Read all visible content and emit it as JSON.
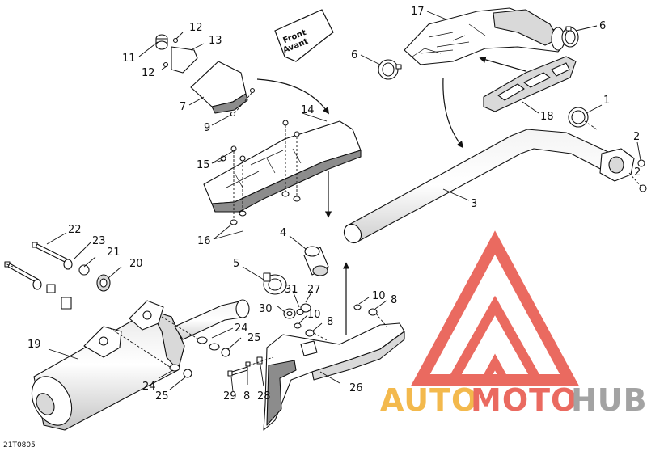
{
  "figure_id": "21T0805",
  "front_marker": {
    "line1": "Front",
    "line2": "Avant"
  },
  "callouts": [
    "1",
    "2",
    "2",
    "3",
    "4",
    "5",
    "6",
    "6",
    "7",
    "8",
    "8",
    "8",
    "9",
    "10",
    "10",
    "11",
    "12",
    "12",
    "13",
    "14",
    "15",
    "16",
    "17",
    "18",
    "19",
    "20",
    "21",
    "22",
    "23",
    "24",
    "24",
    "25",
    "25",
    "26",
    "27",
    "28",
    "29",
    "30",
    "31"
  ],
  "watermark": {
    "part1": "AUTO",
    "part2": "MOTO",
    "part3": "HUB",
    "color_orange": "#f2b23a",
    "color_red": "#e85a4f",
    "color_gray": "#9a9a9a"
  },
  "colors": {
    "line": "#111111",
    "part_fill": "#ffffff",
    "part_shade": "#d9d9d9",
    "part_dark": "#8c8c8c"
  }
}
